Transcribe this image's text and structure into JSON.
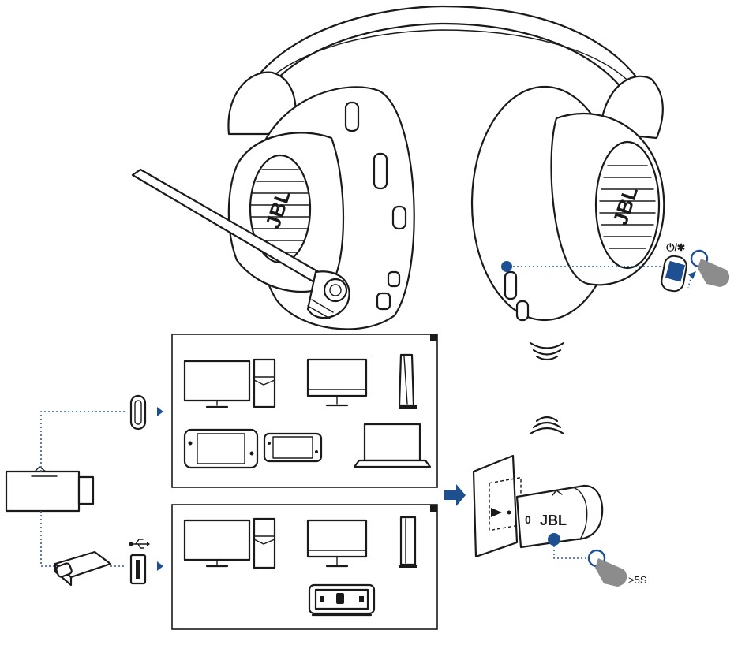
{
  "labels": {
    "power_bt_symbol": "⏻/✱",
    "hold_duration": ">5S",
    "brand_on_cup": "JBL",
    "brand_on_dongle": "JBL",
    "dongle_mark": "0"
  },
  "colors": {
    "accent_blue": "#1d4f91",
    "dotted_line": "#2b5d9e",
    "line": "#1a1a1a",
    "hand_gray": "#8c8c8c"
  },
  "icons": [
    "headset",
    "microphone-boom",
    "power-bluetooth-slider",
    "finger-press",
    "wireless-waves",
    "usb-c-port",
    "usb-a-port",
    "usb-symbol",
    "usb-dongle",
    "usb-c-adapter",
    "arrow-right",
    "monitor",
    "pc-tower",
    "imac",
    "ps5-console",
    "xbox-console",
    "switch-console",
    "switch-lite",
    "laptop",
    "switch-dock"
  ]
}
